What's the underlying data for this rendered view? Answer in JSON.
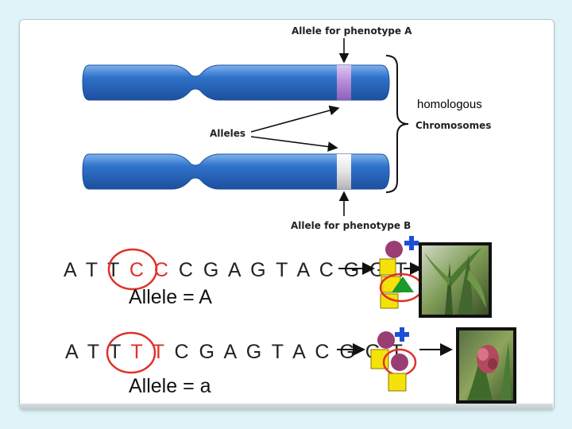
{
  "diagram": {
    "label_top": "Allele for phenotype A",
    "label_bottom": "Allele for phenotype B",
    "label_alleles": "Alleles",
    "label_homologous": "homologous",
    "label_chromosomes": "Chromosomes"
  },
  "sequences": [
    {
      "prefix": "A T T ",
      "highlight": "C C ",
      "suffix": "C G A G T A C G G T",
      "allele_label": "Allele = A"
    },
    {
      "prefix": "A T T ",
      "highlight": "T T ",
      "suffix": "C G A G T A C G G T",
      "allele_label": "Allele = a"
    }
  ],
  "colors": {
    "chromosome": "#2f72c9",
    "band_a": "#b58bd8",
    "band_b": "#e4e4e4",
    "highlight": "#e0302a",
    "shape_purple": "#9a3d73",
    "shape_blue": "#1d4fd6",
    "shape_yellow": "#f4e20a",
    "shape_green": "#1a9a2a"
  }
}
